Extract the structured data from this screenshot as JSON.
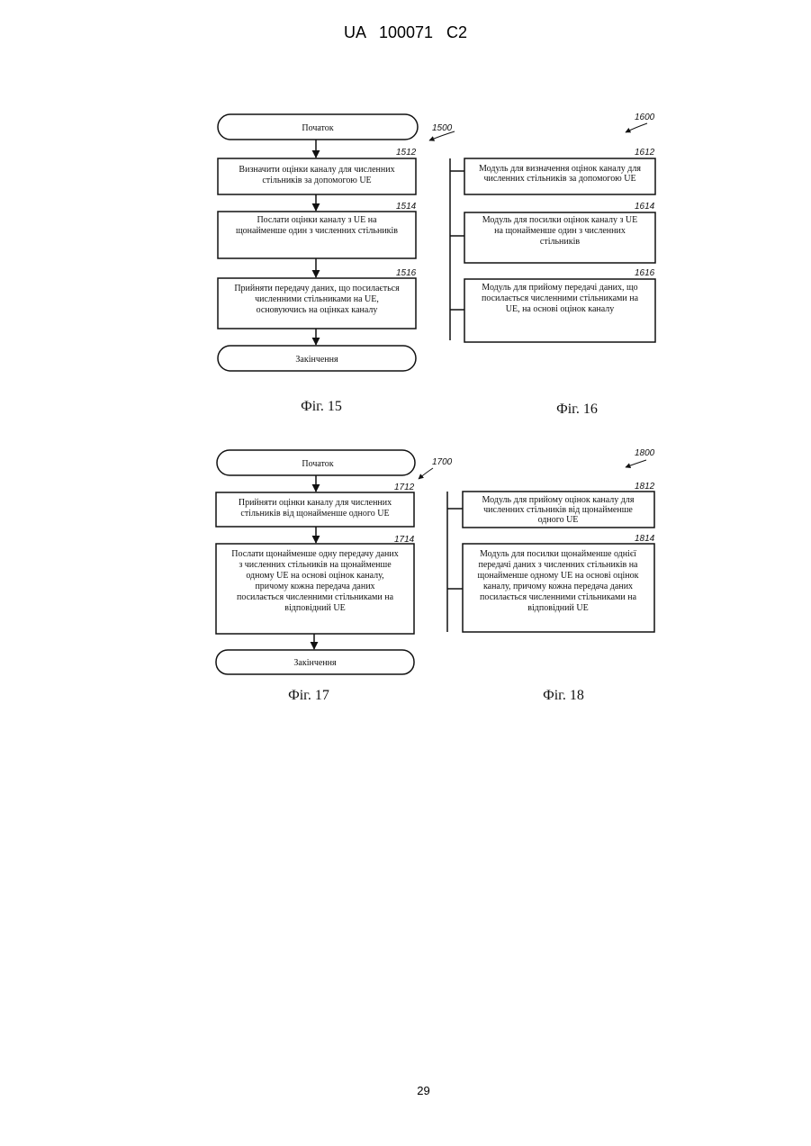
{
  "header": {
    "doc_id": "UA   100071   C2"
  },
  "page_number": "29",
  "fig15": {
    "ref": "1500",
    "caption": "Фіг. 15",
    "start": "Початок",
    "end": "Закінчення",
    "steps": [
      {
        "ref": "1512",
        "lines": [
          "Визначити оцінки каналу для численних",
          "стільників за допомогою UE"
        ]
      },
      {
        "ref": "1514",
        "lines": [
          "Послати оцінки каналу з UE на",
          "щонайменше один з численних стільників"
        ]
      },
      {
        "ref": "1516",
        "lines": [
          "Прийняти передачу даних, що посилається",
          "численними стільниками на UE,",
          "основуючись на оцінках каналу"
        ]
      }
    ]
  },
  "fig16": {
    "ref": "1600",
    "caption": "Фіг. 16",
    "modules": [
      {
        "ref": "1612",
        "lines": [
          "Модуль для визначення оцінок каналу для",
          "численних стільників за допомогою UE"
        ]
      },
      {
        "ref": "1614",
        "lines": [
          "Модуль для посилки оцінок каналу з UE",
          "на щонайменше один з численних",
          "стільників"
        ]
      },
      {
        "ref": "1616",
        "lines": [
          "Модуль для прийому передачі даних, що",
          "посилається численними стільниками на",
          "UE, на основі оцінок каналу"
        ]
      }
    ]
  },
  "fig17": {
    "ref": "1700",
    "caption": "Фіг. 17",
    "start": "Початок",
    "end": "Закінчення",
    "steps": [
      {
        "ref": "1712",
        "lines": [
          "Прийняти оцінки каналу для численних",
          "стільників від щонайменше одного UE"
        ]
      },
      {
        "ref": "1714",
        "lines": [
          "Послати щонайменше одну передачу даних",
          "з численних стільників на щонайменше",
          "одному UE на основі оцінок каналу,",
          "причому кожна передача даних",
          "посилається численними стільниками на",
          "відповідний UE"
        ]
      }
    ]
  },
  "fig18": {
    "ref": "1800",
    "caption": "Фіг. 18",
    "modules": [
      {
        "ref": "1812",
        "lines": [
          "Модуль для прийому оцінок каналу для",
          "численних стільників від щонайменше",
          "одного UE"
        ]
      },
      {
        "ref": "1814",
        "lines": [
          "Модуль для посилки щонайменше однієї",
          "передачі даних з численних стільників на",
          "щонайменше одному UE на основі оцінок",
          "каналу, причому кожна передача даних",
          "посилається численними стільниками на",
          "відповідний UE"
        ]
      }
    ]
  }
}
